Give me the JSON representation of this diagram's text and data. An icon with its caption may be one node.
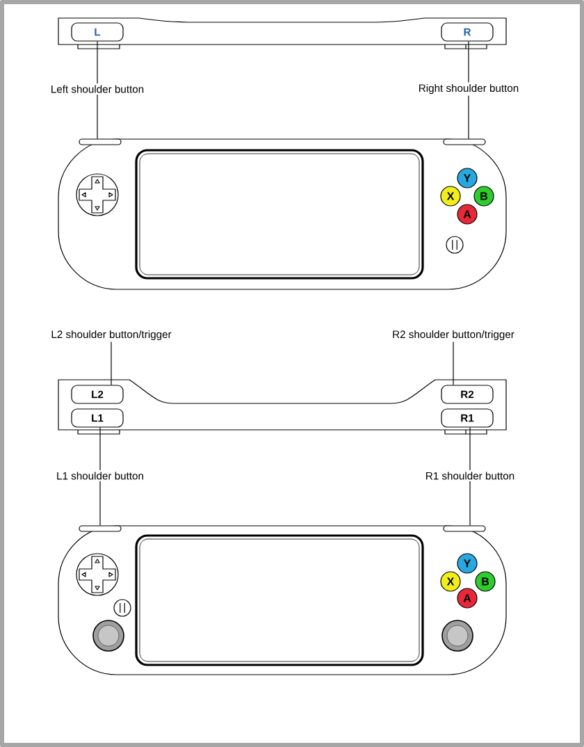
{
  "diagram": {
    "nodes": [
      {
        "text": [
          "Left shoulder button"
        ]
      },
      {
        "text": [
          "Right shoulder button"
        ]
      },
      {
        "text": [
          "L"
        ]
      },
      {
        "text": [
          "R"
        ]
      },
      {
        "text": [],
        "shape": "bar"
      },
      {
        "text": [],
        "shape": "bar"
      },
      {
        "text": [
          "Y"
        ]
      },
      {
        "text": [
          "X"
        ]
      },
      {
        "text": [
          "B"
        ]
      },
      {
        "text": [
          "A"
        ]
      },
      {
        "text": [
          "L2 shoulder button/trigger"
        ]
      },
      {
        "text": [
          "R2 shoulder button/trigger"
        ]
      },
      {
        "text": [
          "L2"
        ]
      },
      {
        "text": [
          "R2"
        ]
      },
      {
        "text": [
          "L1"
        ]
      },
      {
        "text": [
          "R1"
        ]
      },
      {
        "text": [
          "L1 shoulder button"
        ]
      },
      {
        "text": [
          "R1 shoulder button"
        ]
      },
      {
        "text": [],
        "shape": "bar"
      },
      {
        "text": [],
        "shape": "bar"
      },
      {
        "text": [
          "Y"
        ]
      },
      {
        "text": [
          "X"
        ]
      },
      {
        "text": [
          "B"
        ]
      },
      {
        "text": [
          "A"
        ]
      }
    ],
    "edges": [
      {
        "from": 0,
        "to": 2,
        "arrow": "none"
      },
      {
        "from": 0,
        "to": 4,
        "arrow": "none"
      },
      {
        "from": 1,
        "to": 3,
        "arrow": "none"
      },
      {
        "from": 1,
        "to": 5,
        "arrow": "none"
      },
      {
        "from": 10,
        "to": 12,
        "arrow": "none"
      },
      {
        "from": 11,
        "to": 13,
        "arrow": "none"
      },
      {
        "from": 16,
        "to": 14,
        "arrow": "none"
      },
      {
        "from": 16,
        "to": 18,
        "arrow": "none"
      },
      {
        "from": 17,
        "to": 15,
        "arrow": "none"
      },
      {
        "from": 17,
        "to": 19,
        "arrow": "none"
      }
    ]
  }
}
